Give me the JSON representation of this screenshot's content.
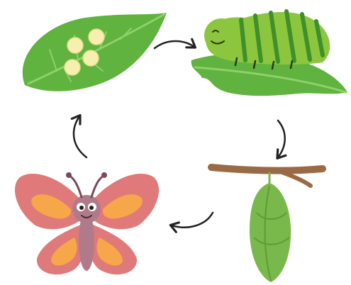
{
  "diagram": {
    "type": "cycle",
    "stages": [
      {
        "id": "eggs",
        "icon": "eggs-on-leaf-icon"
      },
      {
        "id": "caterpillar",
        "icon": "caterpillar-on-leaf-icon"
      },
      {
        "id": "chrysalis",
        "icon": "chrysalis-on-branch-icon"
      },
      {
        "id": "butterfly",
        "icon": "butterfly-icon"
      }
    ],
    "arrows": [
      {
        "from": "eggs",
        "to": "caterpillar",
        "icon": "arrow-right-icon"
      },
      {
        "from": "caterpillar",
        "to": "chrysalis",
        "icon": "arrow-down-icon"
      },
      {
        "from": "chrysalis",
        "to": "butterfly",
        "icon": "arrow-left-icon"
      },
      {
        "from": "butterfly",
        "to": "eggs",
        "icon": "arrow-up-icon"
      }
    ],
    "colors": {
      "leaf": "#5fb33e",
      "leaf_dark": "#3f8f2a",
      "leaf_vein": "#8fd06a",
      "egg": "#f6efb0",
      "caterpillar": "#8cc63f",
      "caterpillar_stripe": "#3f8f2a",
      "branch": "#9a6a45",
      "chrysalis": "#79b84a",
      "wing": "#e07a7a",
      "wing_inner": "#f7a64a",
      "body": "#b07a8a",
      "arrow": "#222222"
    }
  }
}
